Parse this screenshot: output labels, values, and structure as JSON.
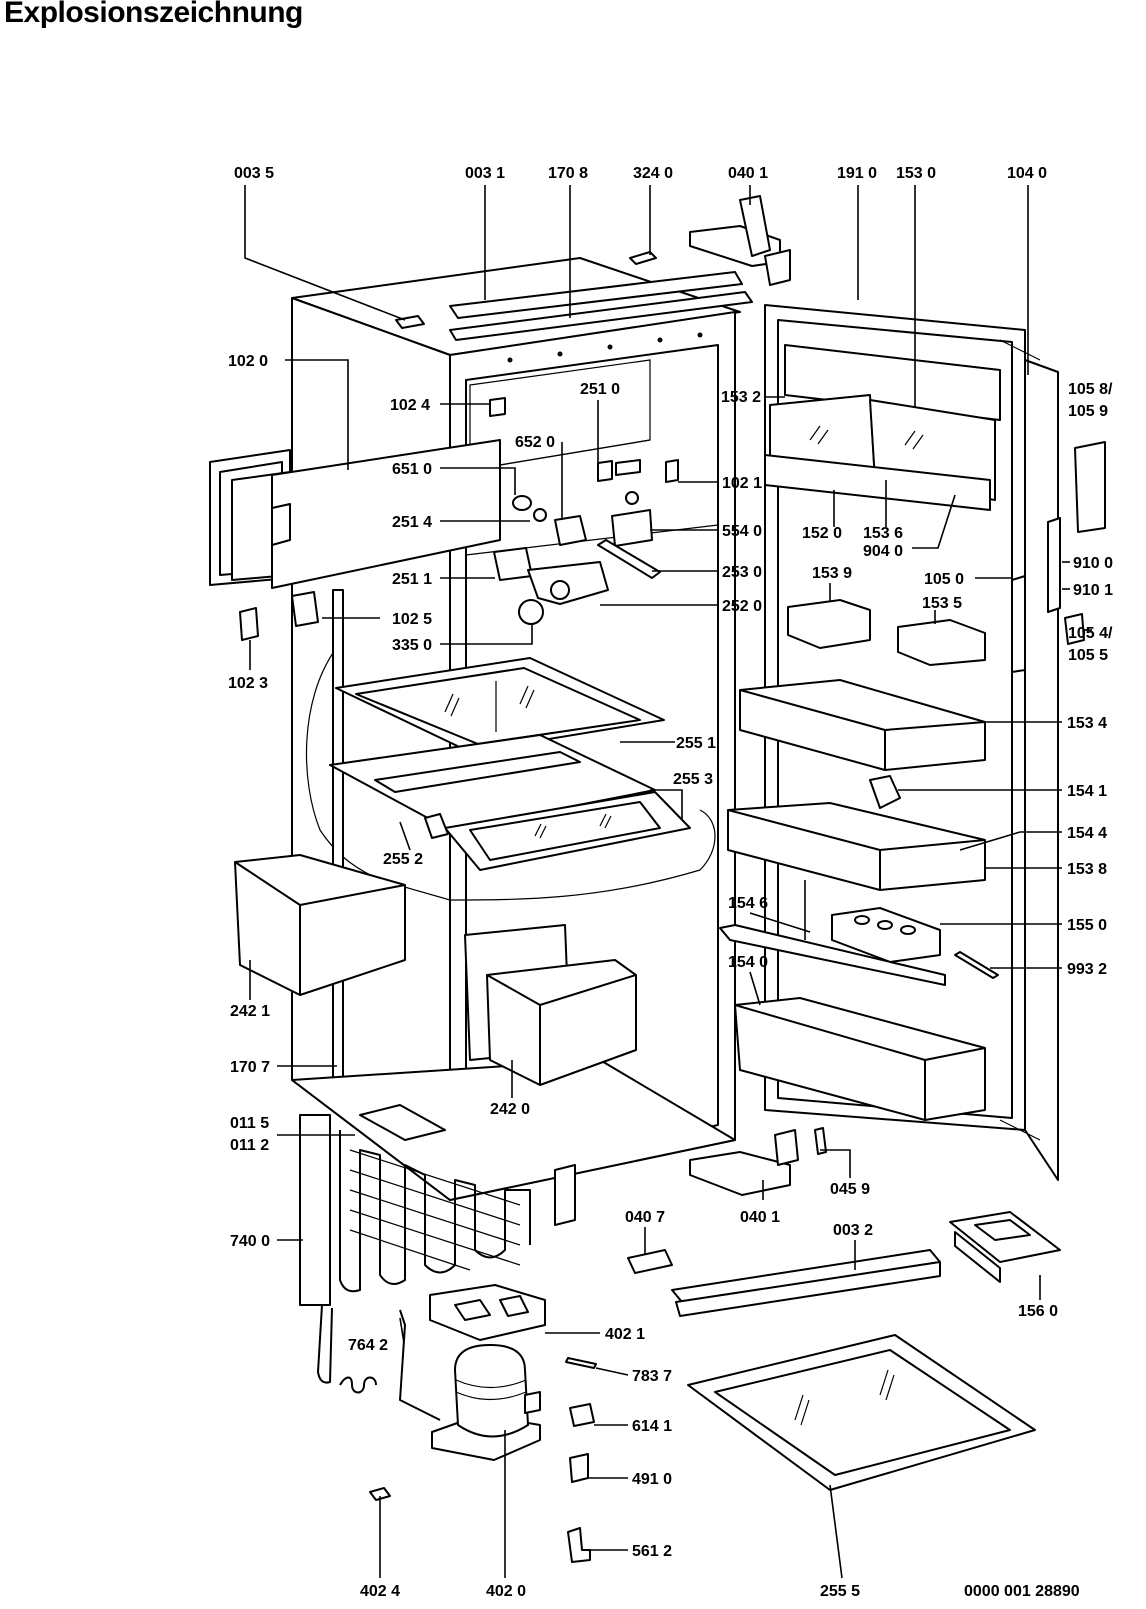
{
  "title": "Explosionszeichnung",
  "callouts": [
    {
      "id": "c0035",
      "text": "003 5"
    },
    {
      "id": "c0031",
      "text": "003 1"
    },
    {
      "id": "c1708",
      "text": "170 8"
    },
    {
      "id": "c3240",
      "text": "324 0"
    },
    {
      "id": "c0401a",
      "text": "040 1"
    },
    {
      "id": "c1910",
      "text": "191 0"
    },
    {
      "id": "c1530",
      "text": "153 0"
    },
    {
      "id": "c1040",
      "text": "104 0"
    },
    {
      "id": "c1020",
      "text": "102 0"
    },
    {
      "id": "c1024",
      "text": "102 4"
    },
    {
      "id": "c2510",
      "text": "251 0"
    },
    {
      "id": "c1532",
      "text": "153 2"
    },
    {
      "id": "c10589",
      "text": "105 8/"
    },
    {
      "id": "c1059",
      "text": "105 9"
    },
    {
      "id": "c6520",
      "text": "652 0"
    },
    {
      "id": "c6510",
      "text": "651 0"
    },
    {
      "id": "c1021",
      "text": "102 1"
    },
    {
      "id": "c2514",
      "text": "251 4"
    },
    {
      "id": "c5540",
      "text": "554 0"
    },
    {
      "id": "c1520",
      "text": "152 0"
    },
    {
      "id": "c1536",
      "text": "153 6"
    },
    {
      "id": "c9040",
      "text": "904 0"
    },
    {
      "id": "c9100",
      "text": "910 0"
    },
    {
      "id": "c9101",
      "text": "910 1"
    },
    {
      "id": "c2511",
      "text": "251 1"
    },
    {
      "id": "c2530",
      "text": "253 0"
    },
    {
      "id": "c1539",
      "text": "153 9"
    },
    {
      "id": "c1050",
      "text": "105 0"
    },
    {
      "id": "c1025",
      "text": "102 5"
    },
    {
      "id": "c2520",
      "text": "252 0"
    },
    {
      "id": "c1535",
      "text": "153 5"
    },
    {
      "id": "c1054",
      "text": "105 4/"
    },
    {
      "id": "c1055",
      "text": "105 5"
    },
    {
      "id": "c1023",
      "text": "102 3"
    },
    {
      "id": "c3350",
      "text": "335 0"
    },
    {
      "id": "c1534",
      "text": "153 4"
    },
    {
      "id": "c2551",
      "text": "255 1"
    },
    {
      "id": "c2553",
      "text": "255 3"
    },
    {
      "id": "c1541",
      "text": "154 1"
    },
    {
      "id": "c1544",
      "text": "154 4"
    },
    {
      "id": "c2552",
      "text": "255 2"
    },
    {
      "id": "c1538",
      "text": "153 8"
    },
    {
      "id": "c1546",
      "text": "154 6"
    },
    {
      "id": "c1550",
      "text": "155 0"
    },
    {
      "id": "c1540",
      "text": "154 0"
    },
    {
      "id": "c9932",
      "text": "993 2"
    },
    {
      "id": "c2421",
      "text": "242 1"
    },
    {
      "id": "c1707",
      "text": "170 7"
    },
    {
      "id": "c2420",
      "text": "242 0"
    },
    {
      "id": "c0115",
      "text": "011 5"
    },
    {
      "id": "c0112",
      "text": "011 2"
    },
    {
      "id": "c0459",
      "text": "045 9"
    },
    {
      "id": "c0407",
      "text": "040 7"
    },
    {
      "id": "c0401b",
      "text": "040 1"
    },
    {
      "id": "c0032",
      "text": "003 2"
    },
    {
      "id": "c7400",
      "text": "740 0"
    },
    {
      "id": "c1560",
      "text": "156 0"
    },
    {
      "id": "c4021",
      "text": "402 1"
    },
    {
      "id": "c7642",
      "text": "764 2"
    },
    {
      "id": "c7837",
      "text": "783 7"
    },
    {
      "id": "c6141",
      "text": "614 1"
    },
    {
      "id": "c4910",
      "text": "491 0"
    },
    {
      "id": "c5612",
      "text": "561 2"
    },
    {
      "id": "c4024",
      "text": "402 4"
    },
    {
      "id": "c4020",
      "text": "402 0"
    },
    {
      "id": "c2555",
      "text": "255 5"
    },
    {
      "id": "c_doc",
      "text": "0000 001 28890"
    }
  ]
}
